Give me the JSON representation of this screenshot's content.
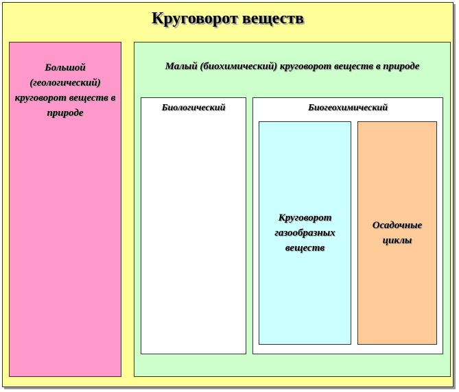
{
  "diagram": {
    "title": "Круговорот веществ",
    "big_cycle": "Большой (геологический) круговорот веществ в природе",
    "small_cycle": "Малый (биохимический) круговорот веществ в природе",
    "biological": "Биологический",
    "biogeochemical": "Биогеохимический",
    "gas_cycle": "Круговорот газообразных веществ",
    "sedimentary": "Осадочные циклы"
  },
  "colors": {
    "background": "#ffff99",
    "big_cycle": "#ff99cc",
    "small_cycle": "#ccffcc",
    "biological": "#ffffff",
    "biogeochemical": "#ffffff",
    "gas_cycle": "#ccffff",
    "sedimentary": "#ffcc99"
  }
}
